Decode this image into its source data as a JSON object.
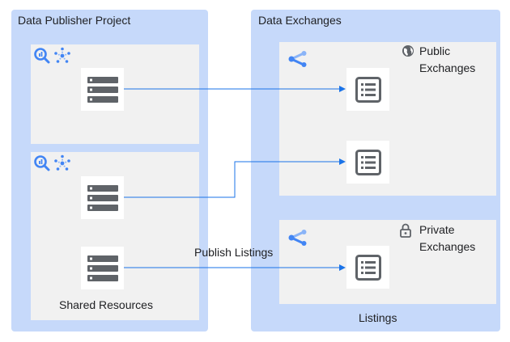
{
  "left_panel": {
    "title": "Data Publisher Project",
    "shared_resources_label": "Shared Resources"
  },
  "right_panel": {
    "title": "Data Exchanges",
    "public_exchanges_label_line1": "Public",
    "public_exchanges_label_line2": "Exchanges",
    "private_exchanges_label_line1": "Private",
    "private_exchanges_label_line2": "Exchanges",
    "listings_label": "Listings"
  },
  "connector_label": "Publish Listings",
  "colors": {
    "panel": "#c6d9fa",
    "box": "#f1f1f1",
    "arrow": "#1a73e8",
    "icon_gray": "#5f6368",
    "bigquery_blue": "#4285f4"
  },
  "icons": {
    "bigquery": "bigquery-icon",
    "analytics_hub": "analytics-hub-icon",
    "dataset": "dataset-icon",
    "listing": "listing-icon",
    "share": "share-icon",
    "globe": "globe-icon",
    "lock": "lock-icon"
  }
}
